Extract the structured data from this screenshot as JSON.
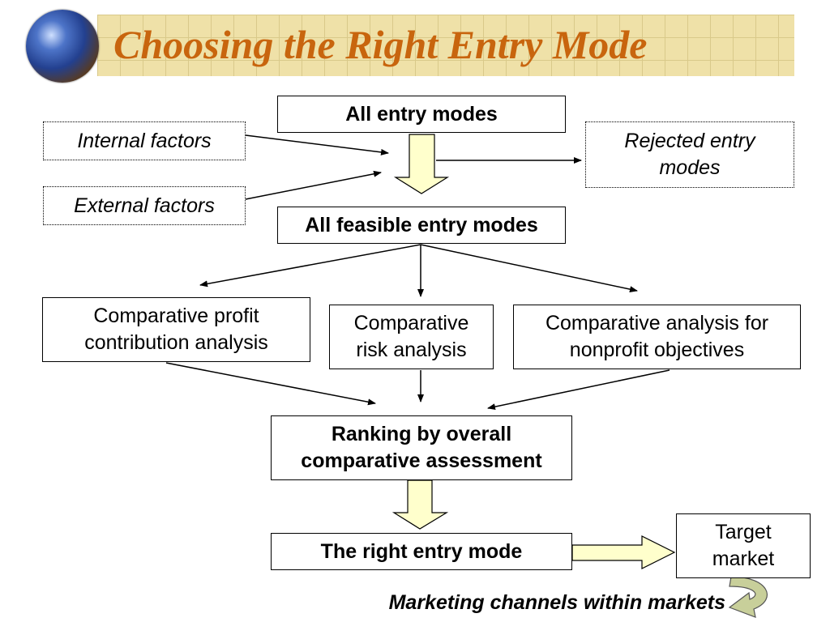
{
  "title": "Choosing the Right Entry Mode",
  "nodes": {
    "all_entry_modes": "All entry modes",
    "internal_factors": "Internal factors",
    "external_factors": "External factors",
    "rejected_entry_modes": "Rejected entry modes",
    "all_feasible_entry_modes": "All feasible entry modes",
    "profit_analysis": "Comparative profit contribution analysis",
    "risk_analysis": "Comparative risk analysis",
    "nonprofit_analysis": "Comparative analysis for nonprofit objectives",
    "ranking": "Ranking by overall comparative assessment",
    "right_entry_mode": "The right entry mode",
    "target_market": "Target market"
  },
  "caption": "Marketing channels within markets",
  "colors": {
    "title": "#c8650e",
    "banner": "#efe1a8",
    "block_arrow_fill": "#ffffcc"
  }
}
